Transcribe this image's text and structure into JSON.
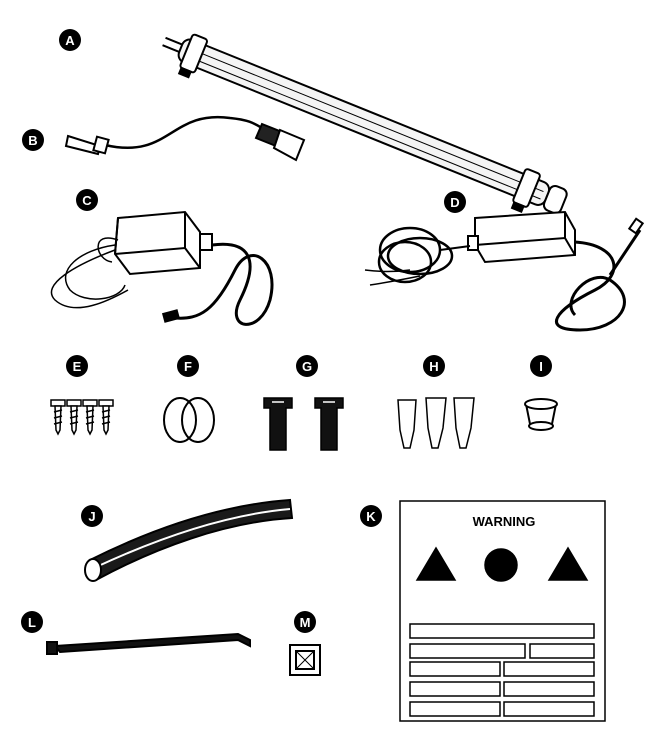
{
  "parts": [
    {
      "letter": "A"
    },
    {
      "letter": "B"
    },
    {
      "letter": "C"
    },
    {
      "letter": "D"
    },
    {
      "letter": "E"
    },
    {
      "letter": "F"
    },
    {
      "letter": "G"
    },
    {
      "letter": "H"
    },
    {
      "letter": "I"
    },
    {
      "letter": "J"
    },
    {
      "letter": "K"
    },
    {
      "letter": "L"
    },
    {
      "letter": "M"
    }
  ],
  "warning_card": {
    "title": "WARNING"
  },
  "colors": {
    "ink": "#000000",
    "paper": "#ffffff",
    "tube_shade": "#f2f2f2"
  }
}
